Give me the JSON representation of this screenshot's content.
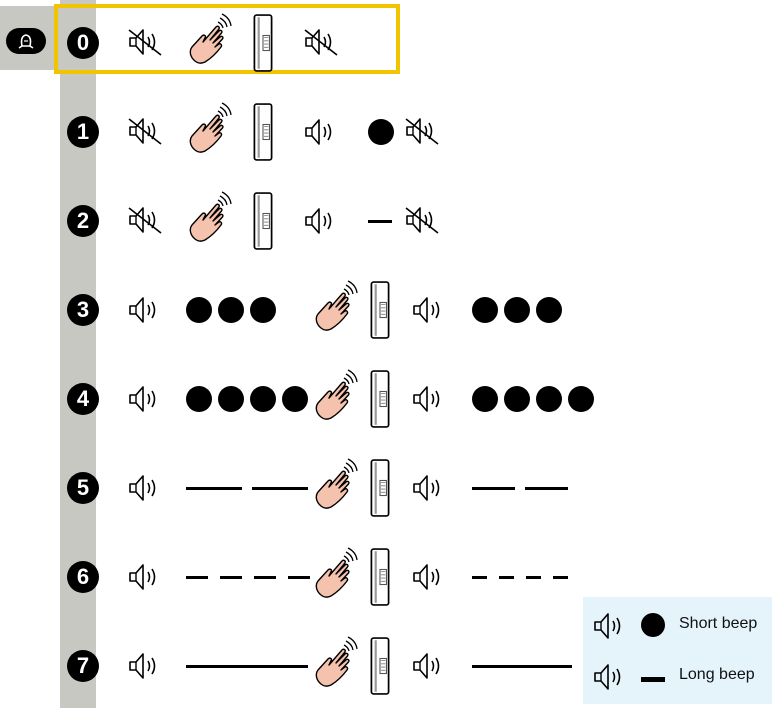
{
  "rows": [
    {
      "number": "0",
      "pattern": "muted"
    },
    {
      "number": "1",
      "pattern": "muted",
      "after": {
        "kind": "short",
        "count": 1
      }
    },
    {
      "number": "2",
      "pattern": "muted",
      "after": {
        "kind": "long",
        "count": 1
      }
    },
    {
      "number": "3",
      "pattern": "beeps",
      "before": {
        "kind": "short",
        "count": 3
      },
      "after": {
        "kind": "short",
        "count": 3
      }
    },
    {
      "number": "4",
      "pattern": "beeps",
      "before": {
        "kind": "short",
        "count": 4
      },
      "after": {
        "kind": "short",
        "count": 4
      }
    },
    {
      "number": "5",
      "pattern": "beeps",
      "before": {
        "kind": "long",
        "count": 2
      },
      "after": {
        "kind": "long",
        "count": 2
      }
    },
    {
      "number": "6",
      "pattern": "beeps",
      "before": {
        "kind": "long",
        "count": 4
      },
      "after": {
        "kind": "long",
        "count": 4
      }
    },
    {
      "number": "7",
      "pattern": "beeps",
      "before": {
        "kind": "long",
        "count": 1
      },
      "after": {
        "kind": "long",
        "count": 1
      }
    }
  ],
  "legend": {
    "short_beep": "Short beep",
    "long_beep": "Long beep"
  },
  "colors": {
    "highlight": "#f2c400",
    "sidebar": "#c8c8c3",
    "hand": "#f5c3ad",
    "legend_bg": "#e5f3fb"
  },
  "icons": [
    "person-icon",
    "speaker-icon",
    "speaker-muted-icon",
    "hand-wave-icon",
    "device-icon"
  ]
}
